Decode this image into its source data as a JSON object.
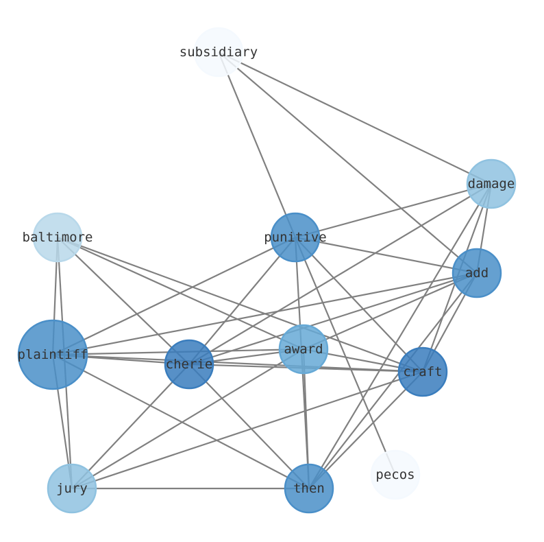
{
  "graph": {
    "edge_color": "#808080",
    "nodes": [
      {
        "id": "subsidiary",
        "label": "subsidiary",
        "color": "#f4f9fe"
      },
      {
        "id": "damage",
        "label": "damage",
        "color": "#8fc2e0"
      },
      {
        "id": "baltimore",
        "label": "baltimore",
        "color": "#b8d8ea"
      },
      {
        "id": "punitive",
        "label": "punitive",
        "color": "#4a8fc8"
      },
      {
        "id": "add",
        "label": "add",
        "color": "#4a8fc8"
      },
      {
        "id": "plaintiff",
        "label": "plaintiff",
        "color": "#4a8fc8"
      },
      {
        "id": "cherie",
        "label": "cherie",
        "color": "#3a7dbd"
      },
      {
        "id": "award",
        "label": "award",
        "color": "#66a9d6"
      },
      {
        "id": "craft",
        "label": "craft",
        "color": "#3a7dbd"
      },
      {
        "id": "jury",
        "label": "jury",
        "color": "#8fc2e0"
      },
      {
        "id": "then",
        "label": "then",
        "color": "#4a8fc8"
      },
      {
        "id": "pecos",
        "label": "pecos",
        "color": "#f4f9fe"
      }
    ],
    "edges": [
      [
        "subsidiary",
        "punitive"
      ],
      [
        "subsidiary",
        "damage"
      ],
      [
        "subsidiary",
        "add"
      ],
      [
        "damage",
        "punitive"
      ],
      [
        "damage",
        "cherie"
      ],
      [
        "damage",
        "add"
      ],
      [
        "damage",
        "craft"
      ],
      [
        "damage",
        "then"
      ],
      [
        "baltimore",
        "plaintiff"
      ],
      [
        "baltimore",
        "jury"
      ],
      [
        "baltimore",
        "cherie"
      ],
      [
        "baltimore",
        "award"
      ],
      [
        "baltimore",
        "craft"
      ],
      [
        "punitive",
        "plaintiff"
      ],
      [
        "punitive",
        "cherie"
      ],
      [
        "punitive",
        "add"
      ],
      [
        "punitive",
        "craft"
      ],
      [
        "punitive",
        "then"
      ],
      [
        "punitive",
        "pecos"
      ],
      [
        "add",
        "plaintiff"
      ],
      [
        "add",
        "cherie"
      ],
      [
        "add",
        "award"
      ],
      [
        "add",
        "craft"
      ],
      [
        "add",
        "then"
      ],
      [
        "plaintiff",
        "cherie"
      ],
      [
        "plaintiff",
        "award"
      ],
      [
        "plaintiff",
        "craft"
      ],
      [
        "plaintiff",
        "jury"
      ],
      [
        "plaintiff",
        "then"
      ],
      [
        "cherie",
        "craft"
      ],
      [
        "cherie",
        "jury"
      ],
      [
        "cherie",
        "then"
      ],
      [
        "cherie",
        "award"
      ],
      [
        "award",
        "jury"
      ],
      [
        "award",
        "then"
      ],
      [
        "award",
        "craft"
      ],
      [
        "craft",
        "jury"
      ],
      [
        "craft",
        "then"
      ],
      [
        "jury",
        "then"
      ]
    ]
  }
}
